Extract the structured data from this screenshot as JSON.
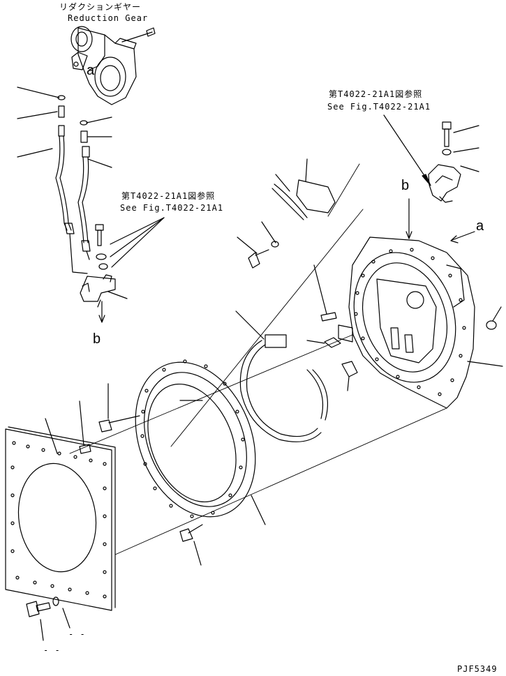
{
  "labels": {
    "reduction_gear_jp": "リダクションギヤー",
    "reduction_gear_en": "Reduction Gear",
    "ref_jp_top": "第T4022-21A1図参照",
    "ref_en_top": "See Fig.T4022-21A1",
    "ref_jp_mid": "第T4022-21A1図参照",
    "ref_en_mid": "See Fig.T4022-21A1",
    "marker_a_top": "a",
    "marker_a_right": "a",
    "marker_b_left": "b",
    "marker_b_right": "b",
    "dash_1": "- -",
    "dash_2": "- -",
    "figure_code": "PJF5349"
  },
  "colors": {
    "ink": "#000000",
    "paper": "#ffffff"
  }
}
